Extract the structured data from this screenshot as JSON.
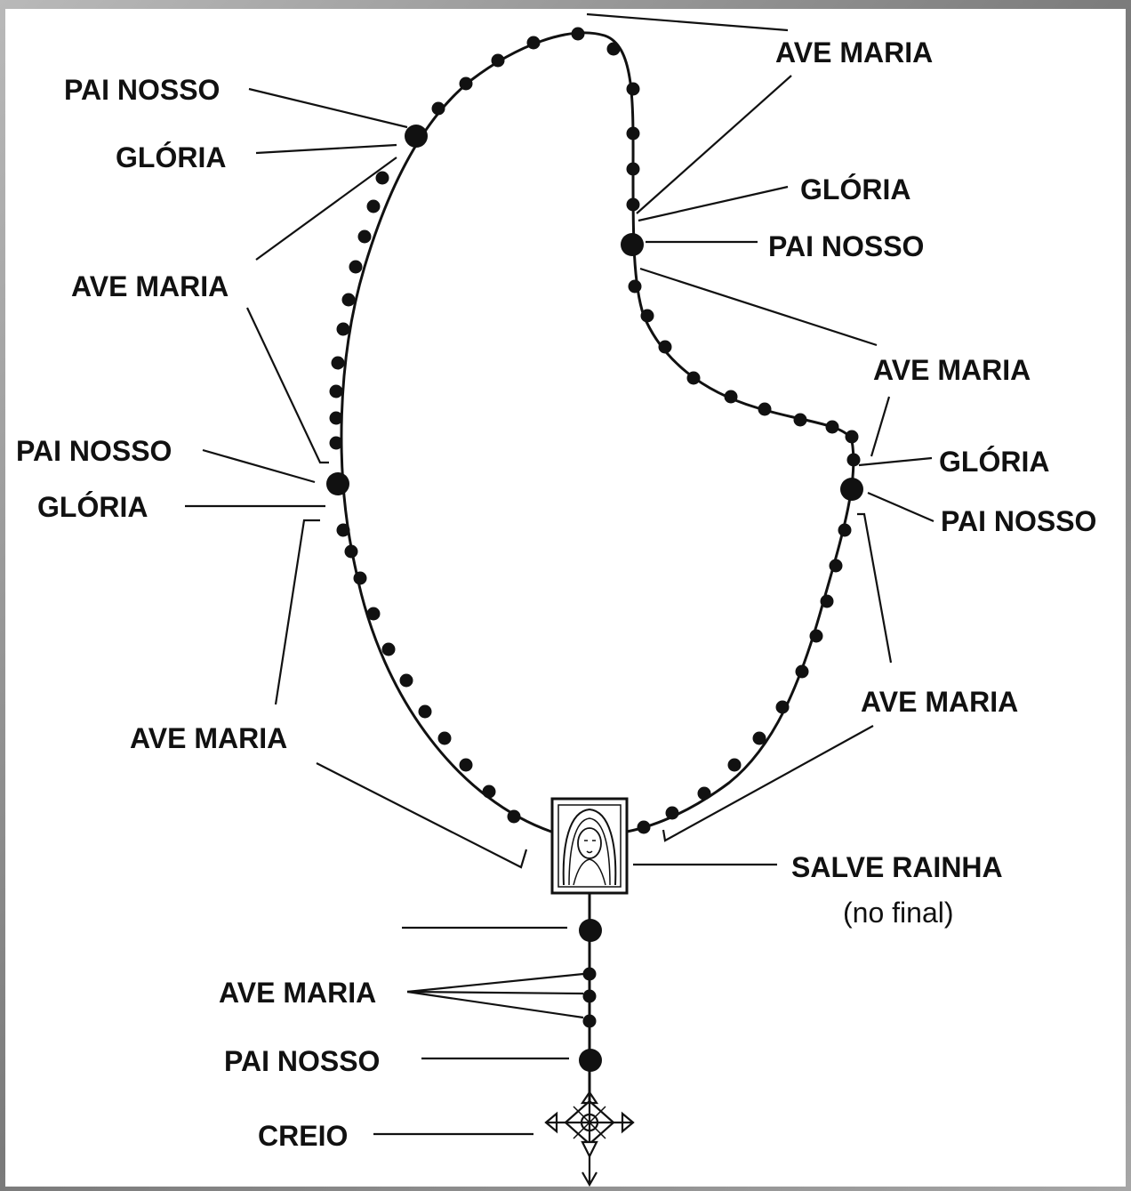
{
  "labels": {
    "ave_maria_top_right": "AVE MARIA",
    "gloria_top_right": "GLÓRIA",
    "pai_nosso_top_right": "PAI NOSSO",
    "ave_maria_right": "AVE MARIA",
    "gloria_right": "GLÓRIA",
    "pai_nosso_right": "PAI NOSSO",
    "ave_maria_lower_right": "AVE MARIA",
    "salve_rainha": "SALVE RAINHA",
    "salve_rainha_note": "(no final)",
    "pai_nosso_top_left": "PAI NOSSO",
    "gloria_top_left": "GLÓRIA",
    "ave_maria_upper_left": "AVE MARIA",
    "pai_nosso_left": "PAI NOSSO",
    "gloria_left": "GLÓRIA",
    "ave_maria_lower_left": "AVE MARIA",
    "ave_maria_pendant": "AVE MARIA",
    "pai_nosso_pendant": "PAI NOSSO",
    "creio": "CREIO"
  }
}
